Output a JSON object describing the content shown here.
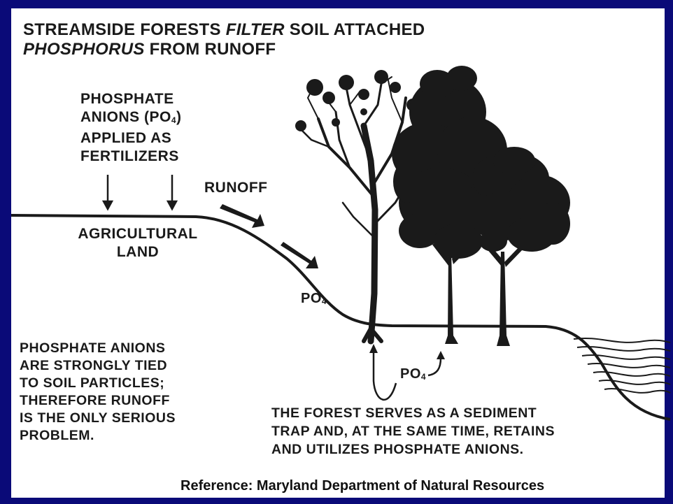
{
  "title": {
    "line1_a": "STREAMSIDE FORESTS ",
    "line1_b": "FILTER",
    "line1_c": " SOIL ATTACHED",
    "line2_a": "PHOSPHORUS",
    "line2_b": " FROM RUNOFF"
  },
  "labels": {
    "fertilizer": [
      "PHOSPHATE",
      "ANIONS (PO",
      "4",
      ")",
      "APPLIED AS",
      "FERTILIZERS"
    ],
    "runoff": "RUNOFF",
    "agricultural_land": [
      "AGRICULTURAL",
      "LAND"
    ],
    "po4_slope": {
      "main": "PO",
      "sub": "4"
    },
    "po4_forest": {
      "main": "PO",
      "sub": "4"
    },
    "phosphate_note": [
      "PHOSPHATE ANIONS",
      "ARE STRONGLY TIED",
      "TO SOIL PARTICLES;",
      "THEREFORE RUNOFF",
      "IS THE ONLY SERIOUS",
      "PROBLEM."
    ],
    "forest_note": [
      "THE FOREST SERVES AS A SEDIMENT",
      "TRAP AND, AT THE SAME TIME, RETAINS",
      "AND UTILIZES PHOSPHATE ANIONS."
    ]
  },
  "reference": "Reference:  Maryland Department of Natural Resources",
  "colors": {
    "background": "#0a0a78",
    "panel": "#ffffff",
    "ink": "#1a1a1a"
  }
}
